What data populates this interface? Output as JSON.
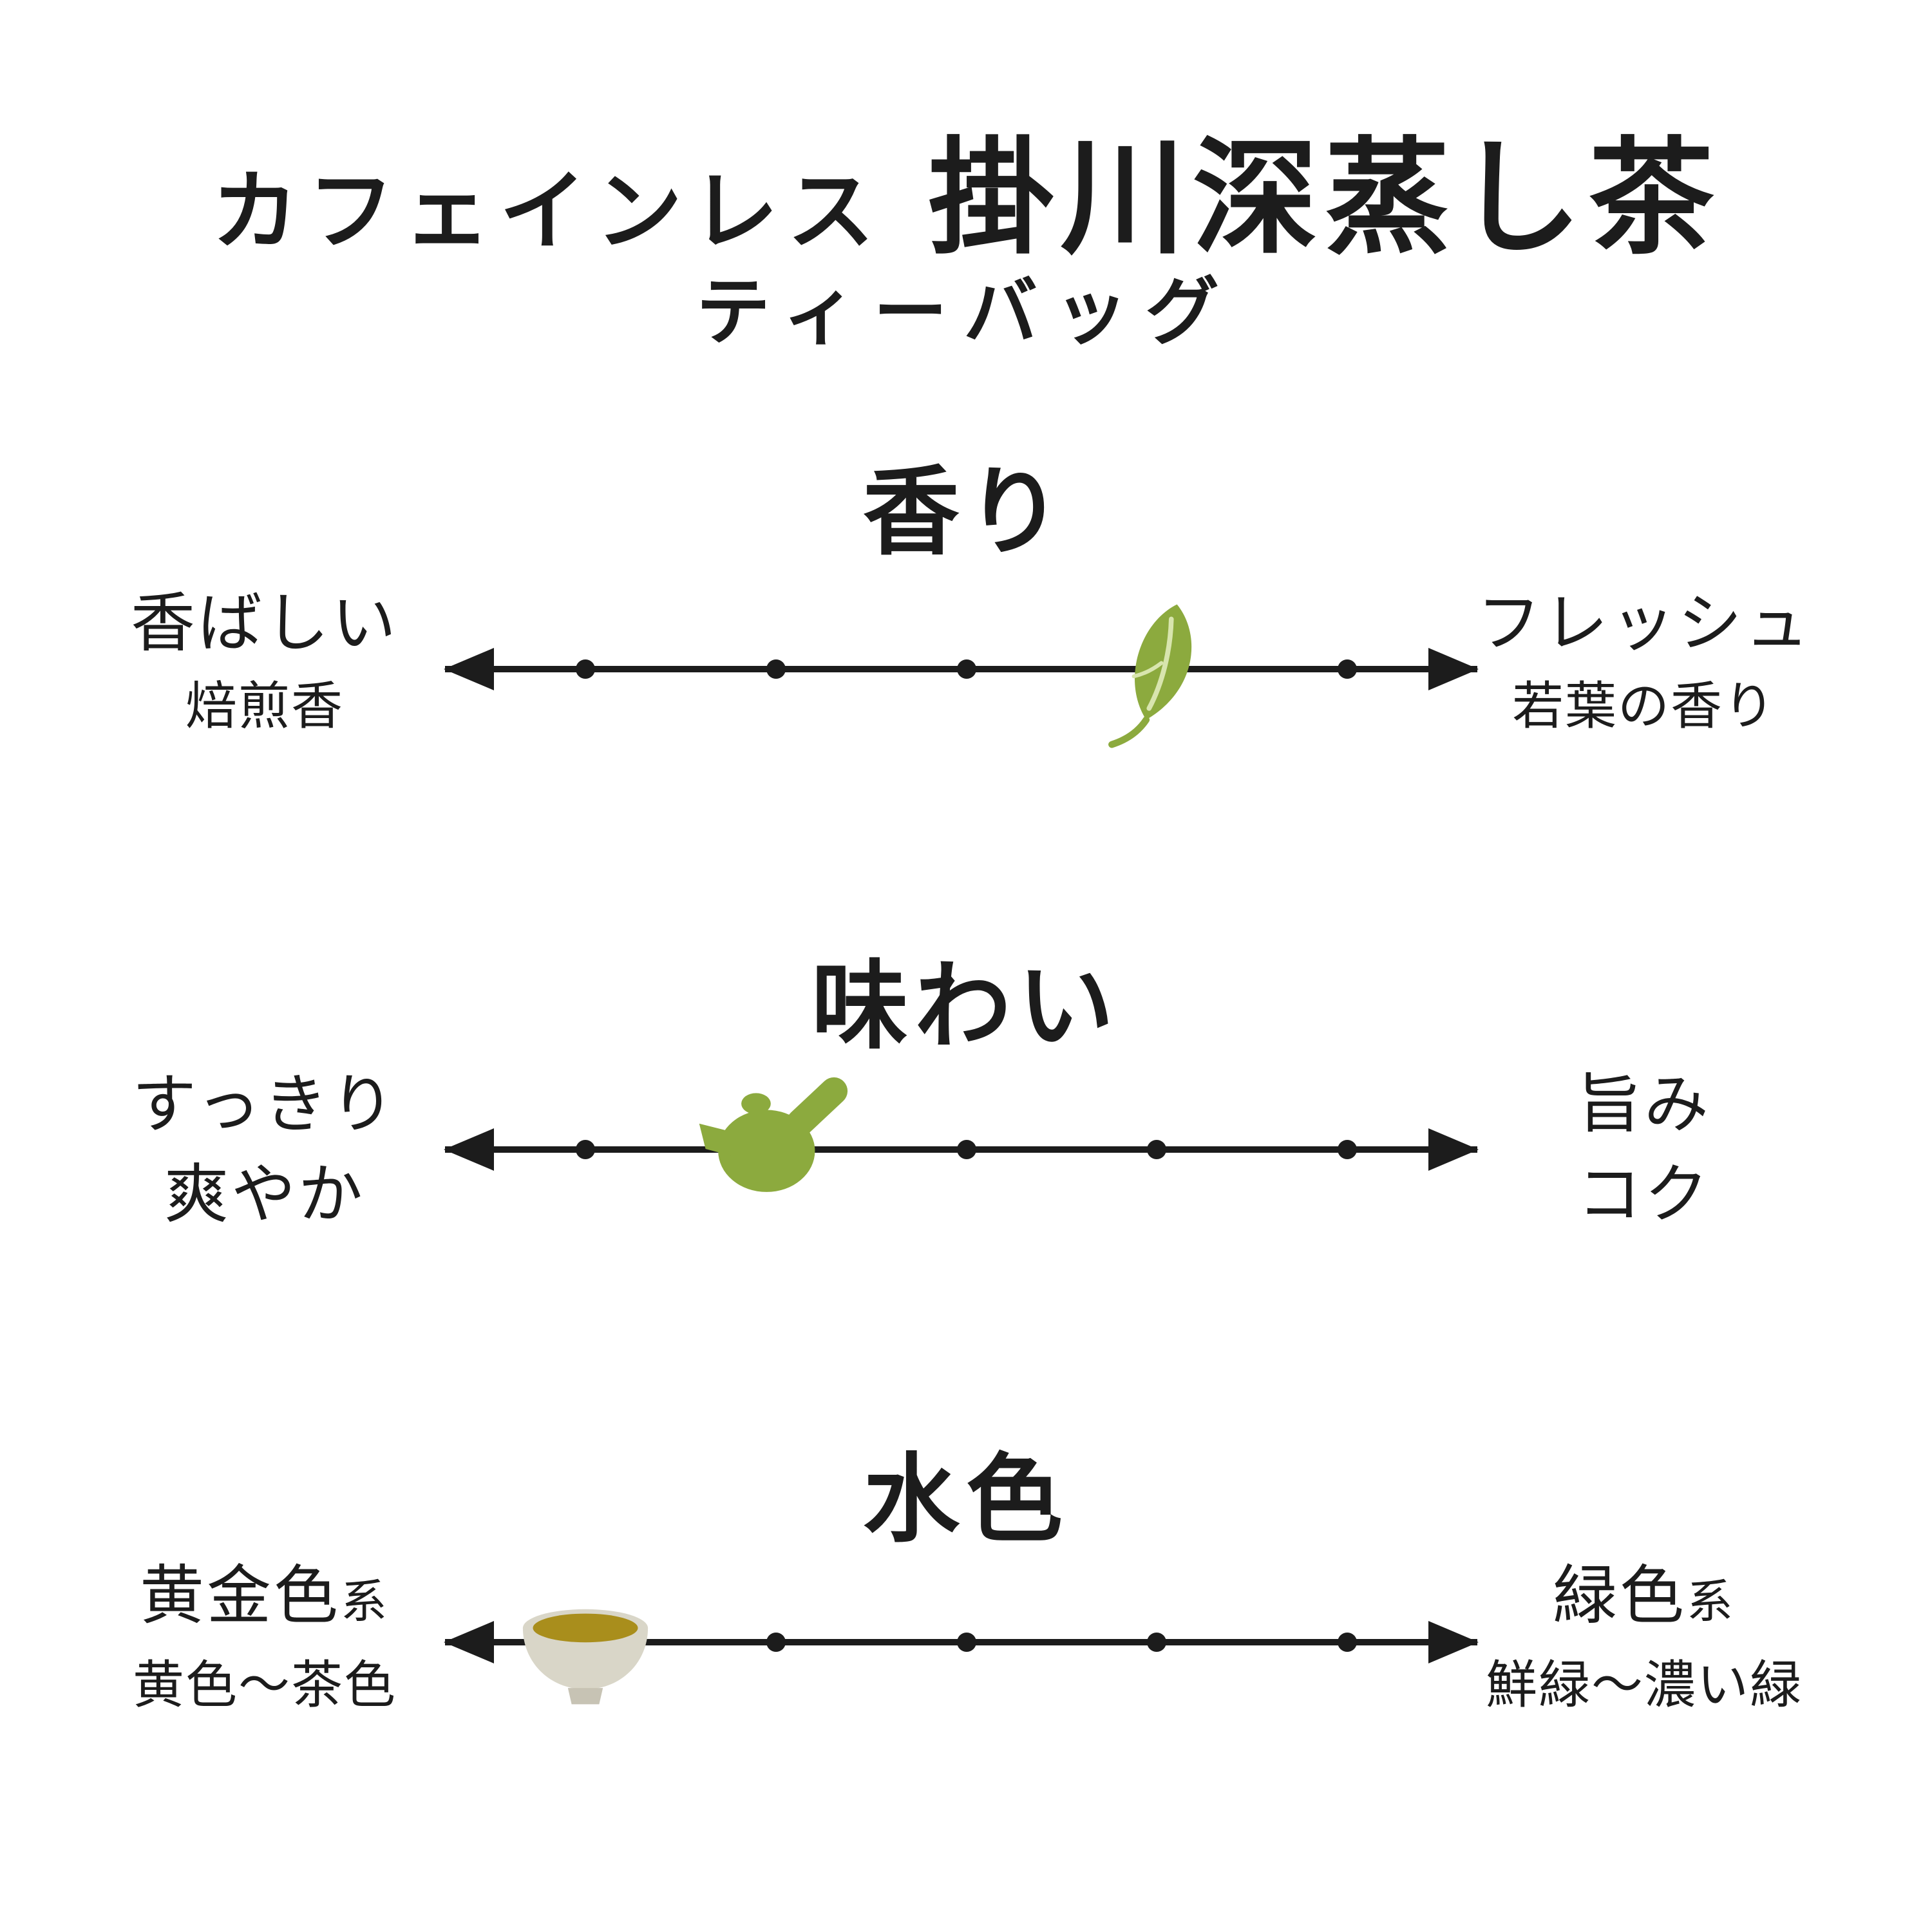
{
  "header": {
    "title_small": "カフェインレス",
    "title_large": "掛川深蒸し茶",
    "subtitle": "ティーバッグ"
  },
  "colors": {
    "ink": "#1c1c1c",
    "accent-green": "#8caa3e",
    "leaf-vein": "#d8e5ae",
    "tea-gold": "#a98e1c",
    "cup-gray": "#d9d6c8",
    "cup-foot": "#c7c3b4"
  },
  "chart_data": {
    "type": "scatter",
    "title": "カフェインレス 掛川深蒸し茶 ティーバッグ",
    "axis": {
      "min_percent": 0,
      "max_percent": 100,
      "tick_count": 5,
      "grid": false
    },
    "scales": [
      {
        "heading": "香り",
        "left": {
          "main": "香ばしい",
          "sub": "焙煎香"
        },
        "right": {
          "main": "フレッシュ",
          "sub": "若葉の香り"
        },
        "marker_icon": "tea-leaf",
        "marker_position_percent": 68.9,
        "dot_positions_percent": [
          13.7,
          32.1,
          50.5,
          68.9,
          87.3
        ]
      },
      {
        "heading": "味わい",
        "left": {
          "line1": "すっきり",
          "line2": "爽やか"
        },
        "right": {
          "line1": "旨み",
          "line2": "コク"
        },
        "marker_icon": "teapot",
        "marker_position_percent": 32.1,
        "dot_positions_percent": [
          13.7,
          32.1,
          50.5,
          68.9,
          87.3
        ]
      },
      {
        "heading": "水色",
        "left": {
          "main": "黄金色",
          "suffix": "系",
          "sub": "黄色〜茶色"
        },
        "right": {
          "main": "緑色",
          "suffix": "系",
          "sub": "鮮緑〜濃い緑"
        },
        "marker_icon": "teacup",
        "marker_position_percent": 13.7,
        "dot_positions_percent": [
          13.7,
          32.1,
          50.5,
          68.9,
          87.3
        ]
      }
    ]
  }
}
